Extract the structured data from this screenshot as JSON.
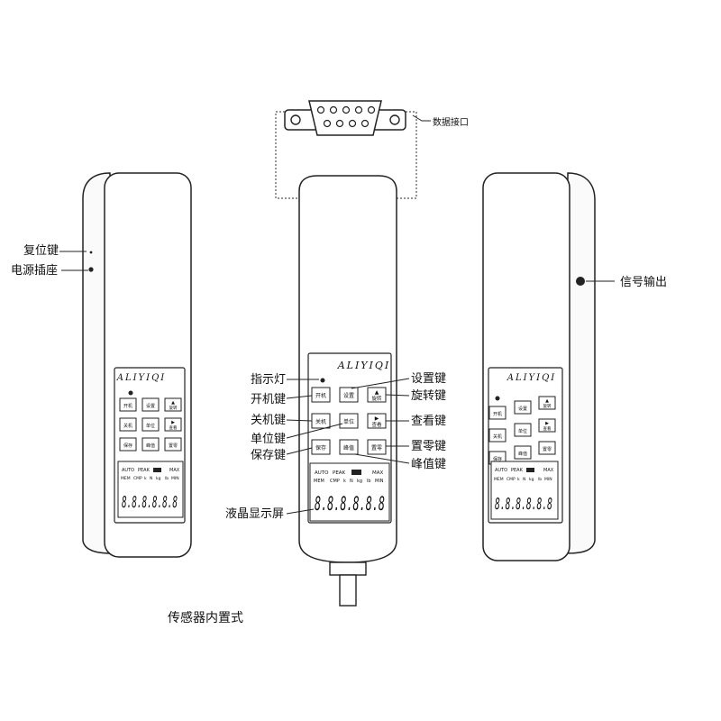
{
  "brand": "ALIYIQI",
  "caption": "传感器内置式",
  "left_labels": {
    "reset_key": "复位键",
    "power_socket": "电源插座"
  },
  "right_labels": {
    "signal_output": "信号输出"
  },
  "top_labels": {
    "data_port": "数据接口"
  },
  "front_labels": {
    "indicator": "指示灯",
    "power_on": "开机键",
    "power_off": "关机键",
    "unit": "单位键",
    "save": "保存键",
    "set": "设置键",
    "rotate": "旋转键",
    "view": "查看键",
    "zero": "置零键",
    "peak": "峰值键",
    "lcd": "液晶显示屏"
  },
  "buttons": {
    "on": "开机",
    "off": "关机",
    "save": "保存",
    "set": "设置",
    "unit": "单位",
    "peak": "峰值",
    "rotate": "旋转",
    "view": "查看",
    "zero": "置零"
  },
  "lcd": {
    "auto": "AUTO",
    "peak": "PEAK",
    "max": "MAX",
    "mem": "MEM",
    "cmp": "CMP",
    "k": "k",
    "n": "N",
    "kg": "kg",
    "lb": "lb",
    "min": "MIN",
    "digits": "8.8.8.8.8.8"
  }
}
